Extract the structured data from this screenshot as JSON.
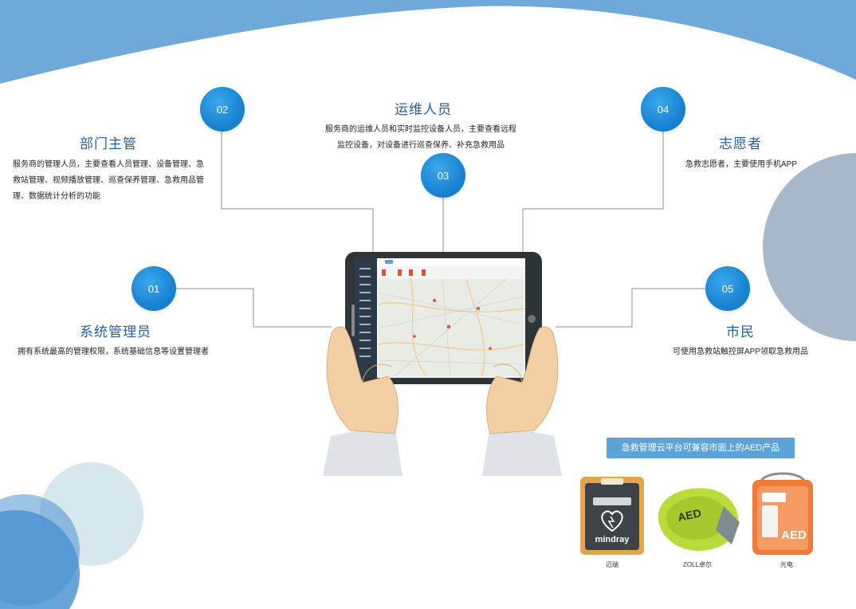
{
  "roles": [
    {
      "num": "01",
      "title": "系统管理员",
      "desc": [
        "拥有系统最高的管理权限，系统基础信息等设置管理者"
      ]
    },
    {
      "num": "02",
      "title": "部门主管",
      "desc": [
        "服务商的管理人员，主要查看人员管理、设备管理、急",
        "救站管理、视频播放管理、巡查保养管理、急救用品管",
        "理、数据统计分析的功能"
      ]
    },
    {
      "num": "03",
      "title": "运维人员",
      "desc": [
        "服务商的运维人员和实时监控设备人员，主要查看远程",
        "监控设备，对设备进行巡查保养、补充急救用品"
      ]
    },
    {
      "num": "04",
      "title": "志愿者",
      "desc": [
        "急救志愿者，主要使用手机APP"
      ]
    },
    {
      "num": "05",
      "title": "市民",
      "desc": [
        "可使用急救站触控屏APP领取急救用品"
      ]
    }
  ],
  "aed": {
    "banner": "急救管理云平台可兼容市面上的AED产品",
    "products": [
      {
        "label": "迈瑞",
        "brand": "mindray"
      },
      {
        "label": "ZOLL卓尔",
        "brand": "AED"
      },
      {
        "label": "光电",
        "brand": "AED"
      }
    ]
  },
  "colors": {
    "accent": "#1a83d2",
    "banner": "#5ba3d8",
    "title": "#2a5f9e"
  }
}
